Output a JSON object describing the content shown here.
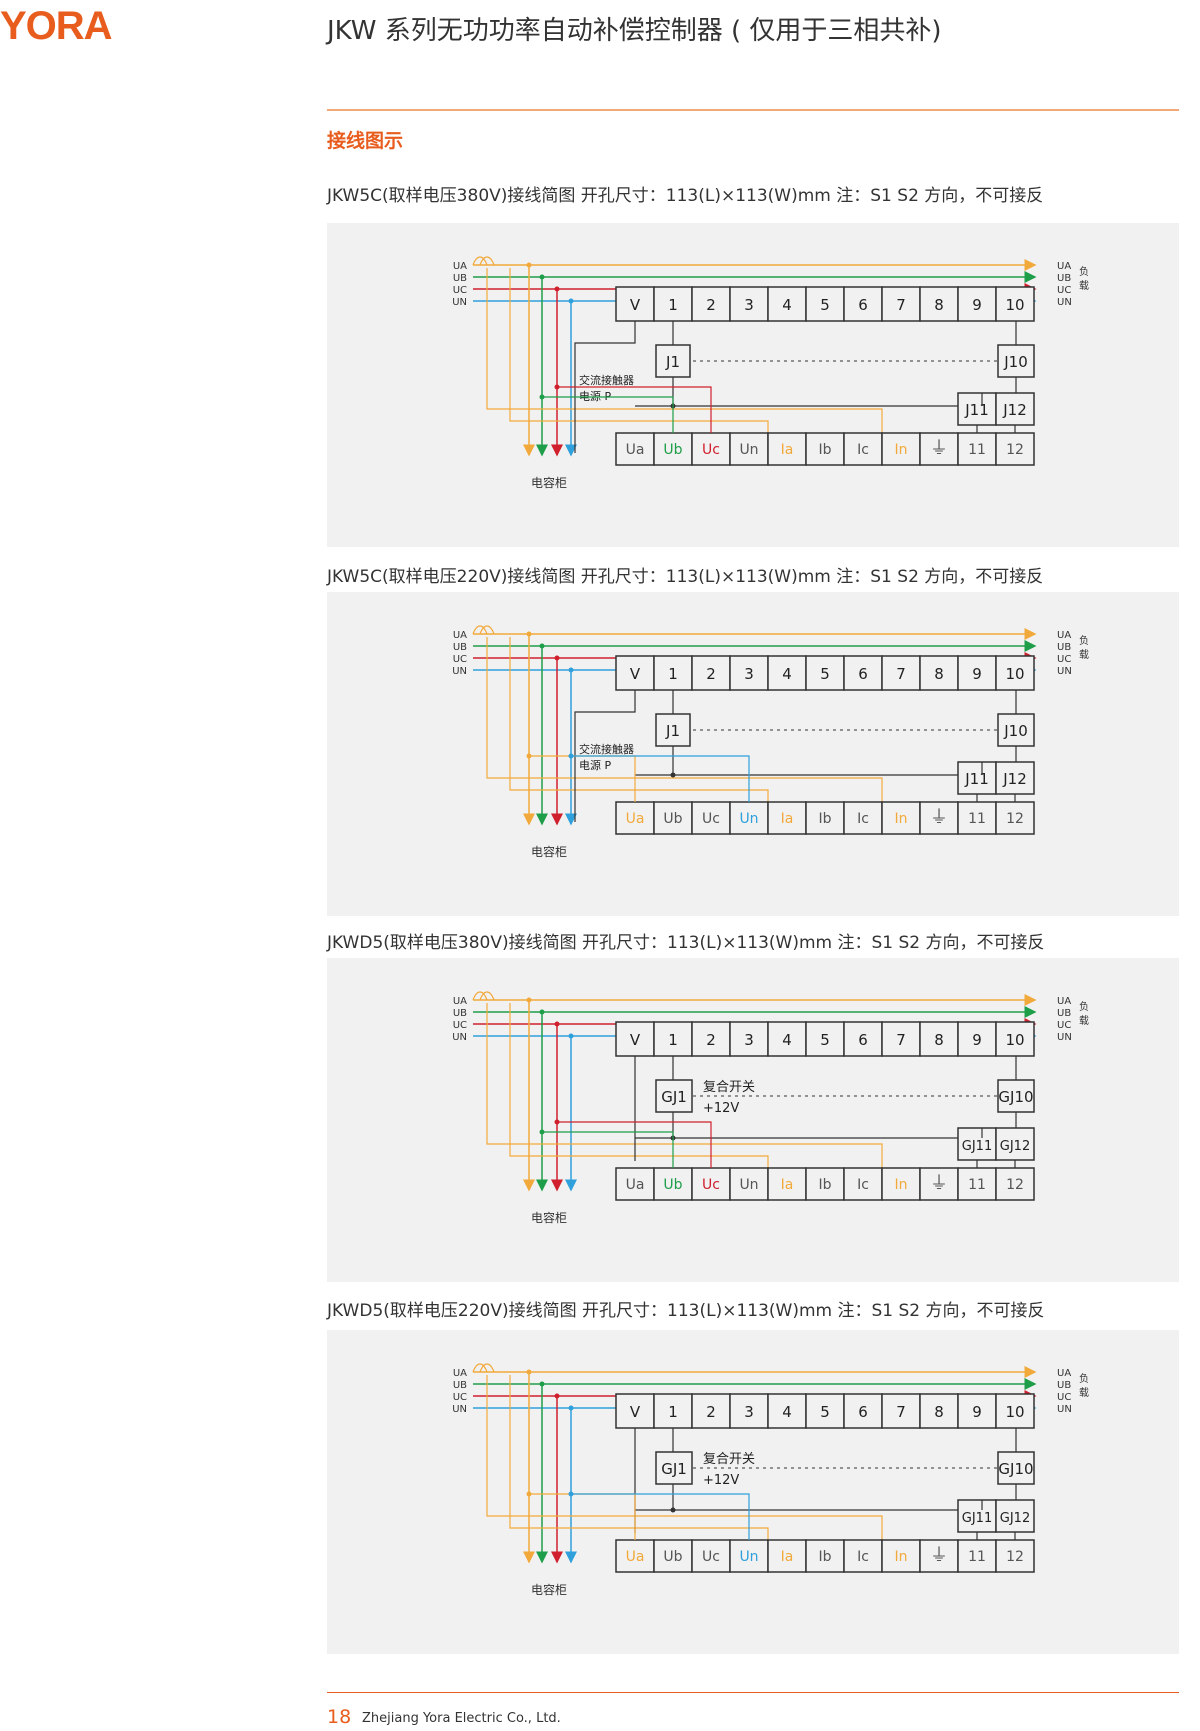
{
  "header": {
    "logo": "YORA",
    "title": "JKW 系列无功功率自动补偿控制器 ( 仅用于三相共补)"
  },
  "section": {
    "title": "接线图示"
  },
  "common": {
    "lines_left": [
      "UA",
      "UB",
      "UC",
      "UN"
    ],
    "lines_right": [
      "UA",
      "UB",
      "UC",
      "UN"
    ],
    "load_label": [
      "负",
      "载"
    ],
    "cabinet_label": "电容柜",
    "top_terminals": [
      "V",
      "1",
      "2",
      "3",
      "4",
      "5",
      "6",
      "7",
      "8",
      "9",
      "10"
    ],
    "bottom_terminals": [
      "Ua",
      "Ub",
      "Uc",
      "Un",
      "Ia",
      "Ib",
      "Ic",
      "In",
      "⏚",
      "11",
      "12"
    ],
    "colors": {
      "UA": "#f2a93b",
      "UB": "#1f9e4a",
      "UC": "#d0202e",
      "UN": "#2fa0dc",
      "line": "#333333"
    }
  },
  "diagrams": [
    {
      "caption": "JKW5C(取样电压380V)接线简图  开孔尺寸：113(L)×113(W)mm  注：S1 S2 方向，不可接反",
      "relay_left": "J1",
      "relay_right": "J10",
      "relay_bottom": [
        "J11",
        "J12"
      ],
      "supply_label": [
        "交流接触器",
        "电源 P"
      ],
      "highlight": [
        "Ub",
        "Uc"
      ]
    },
    {
      "caption": "JKW5C(取样电压220V)接线简图  开孔尺寸：113(L)×113(W)mm  注：S1 S2 方向，不可接反",
      "relay_left": "J1",
      "relay_right": "J10",
      "relay_bottom": [
        "J11",
        "J12"
      ],
      "supply_label": [
        "交流接触器",
        "电源 P"
      ],
      "highlight": [
        "Ua",
        "Un"
      ]
    },
    {
      "caption": "JKWD5(取样电压380V)接线简图  开孔尺寸：113(L)×113(W)mm  注：S1 S2 方向，不可接反",
      "relay_left": "GJ1",
      "relay_right": "GJ10",
      "relay_bottom": [
        "GJ11",
        "GJ12"
      ],
      "supply_label": [
        "复合开关",
        "+12V"
      ],
      "highlight": [
        "Ub",
        "Uc"
      ]
    },
    {
      "caption": "JKWD5(取样电压220V)接线简图  开孔尺寸：113(L)×113(W)mm  注：S1 S2 方向，不可接反",
      "relay_left": "GJ1",
      "relay_right": "GJ10",
      "relay_bottom": [
        "GJ11",
        "GJ12"
      ],
      "supply_label": [
        "复合开关",
        "+12V"
      ],
      "highlight": [
        "Ua",
        "Un"
      ]
    }
  ],
  "footer": {
    "page": "18",
    "company": "Zhejiang Yora Electric Co., Ltd."
  }
}
